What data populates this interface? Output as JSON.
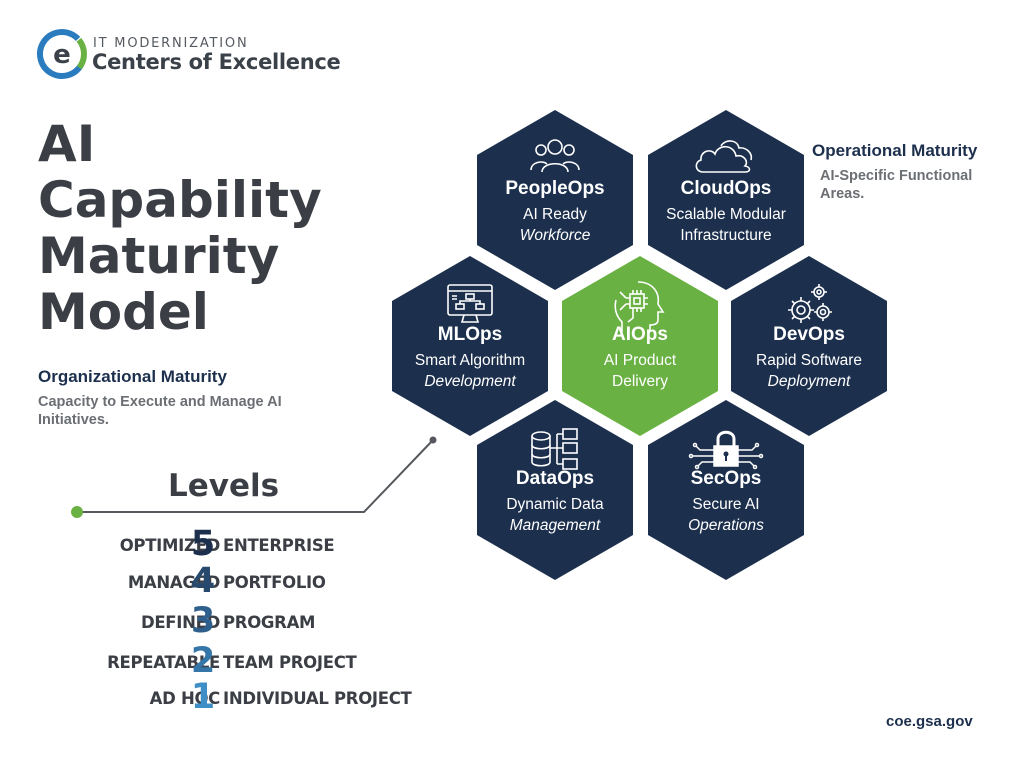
{
  "logo": {
    "top_line": "IT MODERNIZATION",
    "bottom_line": "Centers of Excellence"
  },
  "title": {
    "lines": [
      "AI",
      "Capability",
      "Maturity",
      "Model"
    ]
  },
  "organizational": {
    "heading": "Organizational Maturity",
    "description": "Capacity to Execute and Manage AI Initiatives."
  },
  "operational": {
    "heading": "Operational Maturity",
    "description": "AI-Specific Functional Areas."
  },
  "levels": {
    "heading": "Levels",
    "rows": [
      {
        "left": "OPTIMIZED",
        "number": "5",
        "right": "ENTERPRISE",
        "color": "#1c2f4d"
      },
      {
        "left": "MANAGED",
        "number": "4",
        "right": "PORTFOLIO",
        "color": "#27496e"
      },
      {
        "left": "DEFINED",
        "number": "3",
        "right": "PROGRAM",
        "color": "#2f5f8d"
      },
      {
        "left": "REPEATABLE",
        "number": "2",
        "right": "TEAM PROJECT",
        "color": "#3576a8"
      },
      {
        "left": "AD HOC",
        "number": "1",
        "right": "INDIVIDUAL PROJECT",
        "color": "#3f8fc6"
      }
    ]
  },
  "hexes": {
    "peopleops": {
      "title": "PeopleOps",
      "line1": "AI Ready",
      "line2": "Workforce",
      "icon": "people-icon"
    },
    "cloudops": {
      "title": "CloudOps",
      "line1": "Scalable Modular",
      "line2": "Infrastructure",
      "icon": "cloud-icon"
    },
    "mlops": {
      "title": "MLOps",
      "line1": "Smart Algorithm",
      "line2": "Development",
      "icon": "monitor-flowchart-icon"
    },
    "aiops": {
      "title": "AIOps",
      "line1": "AI Product",
      "line2": "Delivery",
      "icon": "ai-head-icon"
    },
    "devops": {
      "title": "DevOps",
      "line1": "Rapid Software",
      "line2": "Deployment",
      "icon": "gears-icon"
    },
    "dataops": {
      "title": "DataOps",
      "line1": "Dynamic Data",
      "line2": "Management",
      "icon": "database-icon"
    },
    "secops": {
      "title": "SecOps",
      "line1": "Secure AI",
      "line2": "Operations",
      "icon": "lock-circuit-icon"
    }
  },
  "colors": {
    "navy": "#1c2f4d",
    "green": "#6ab144",
    "dark_text": "#3b3f45",
    "gray_text": "#6b6f74"
  },
  "footer": {
    "url": "coe.gsa.gov"
  }
}
